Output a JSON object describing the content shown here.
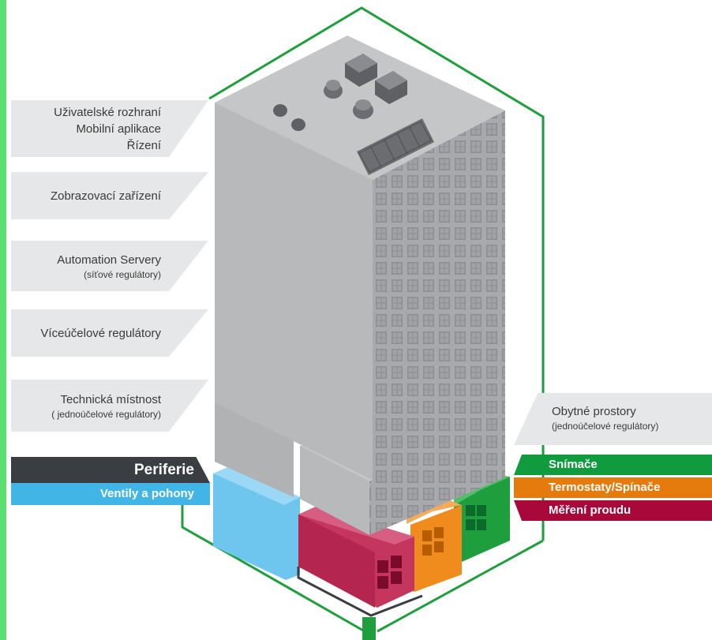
{
  "colors": {
    "green_outline": "#1e9e3c",
    "concrete": "#a7a9ac",
    "periferie_bg": "#3a3d42",
    "ventily_bg": "#41b6e6",
    "snimace_bg": "#0f9b3e",
    "termostaty_bg": "#e57b0c",
    "mereni_bg": "#a8083a"
  },
  "left_labels": {
    "ui": [
      "Uživatelské rozhraní",
      "Mobilní aplikace",
      "Řízení"
    ],
    "zobrazovaci": "Zobrazovací zařízení",
    "automation": "Automation Servery",
    "automation_sub": "(síťové regulátory)",
    "viceucelove": "Víceúčelové regulátory",
    "technicka": "Technická místnost",
    "technicka_sub": "( jednoúčelové regulátory)",
    "periferie": "Periferie",
    "ventily": "Ventily a pohony"
  },
  "right_labels": {
    "obytne": "Obytné prostory",
    "obytne_sub": "(jednoúčelové regulátory)",
    "snimace": "Snímače",
    "termostaty": "Termostaty/Spínače",
    "mereni": "Měření proudu"
  },
  "icons": [
    "roof-knob-icon",
    "roof-unit-icon",
    "solar-panel-icon",
    "window-grid-icon"
  ]
}
